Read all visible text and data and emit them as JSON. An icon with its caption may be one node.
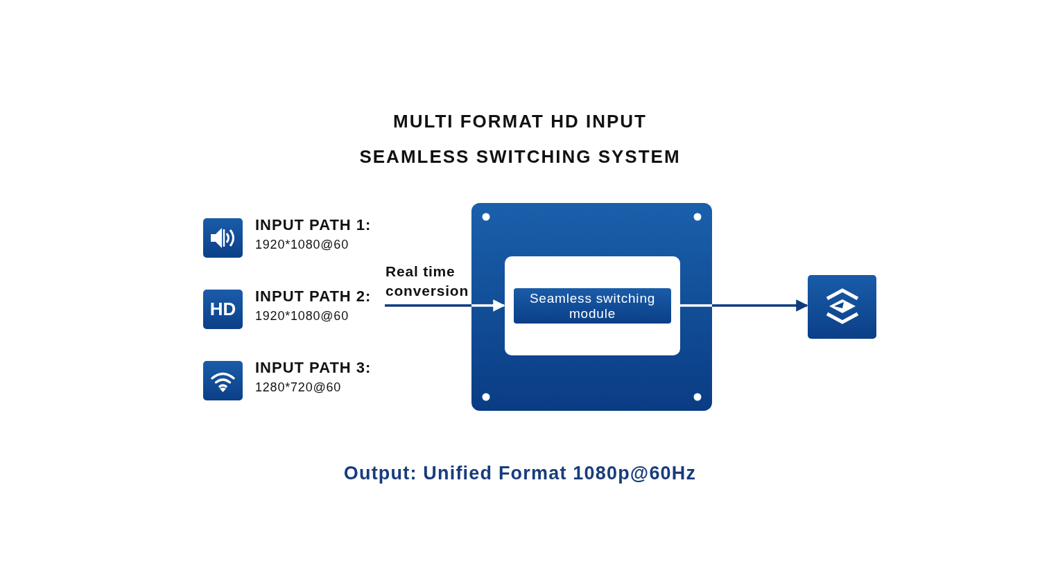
{
  "diagram": {
    "title": "MULTI FORMAT HD INPUT SEAMLESS SWITCHING SYSTEM",
    "nodes": [
      {
        "text": [],
        "shape": "box",
        "beside": [
          "INPUT PATH 1:",
          "1920*1080@60"
        ]
      },
      {
        "text": [
          "HD"
        ],
        "beside": [
          "INPUT PATH 2:",
          "1920*1080@60"
        ]
      },
      {
        "text": [],
        "shape": "box",
        "beside": [
          "INPUT PATH 3:",
          "1280*720@60"
        ]
      },
      {
        "text": [],
        "shape": "box"
      },
      {
        "text": [],
        "shape": "box",
        "in": 3
      },
      {
        "text": [
          "Seamless switching module"
        ],
        "in": 4
      },
      {
        "text": [],
        "shape": "box"
      }
    ],
    "edges": [
      {
        "from": null,
        "to": 4,
        "arrow": "to",
        "label": "Real time conversion"
      },
      {
        "from": 4,
        "to": 6,
        "arrow": "to"
      }
    ],
    "labels": [
      "Output: Unified Format 1080p@60Hz"
    ]
  }
}
